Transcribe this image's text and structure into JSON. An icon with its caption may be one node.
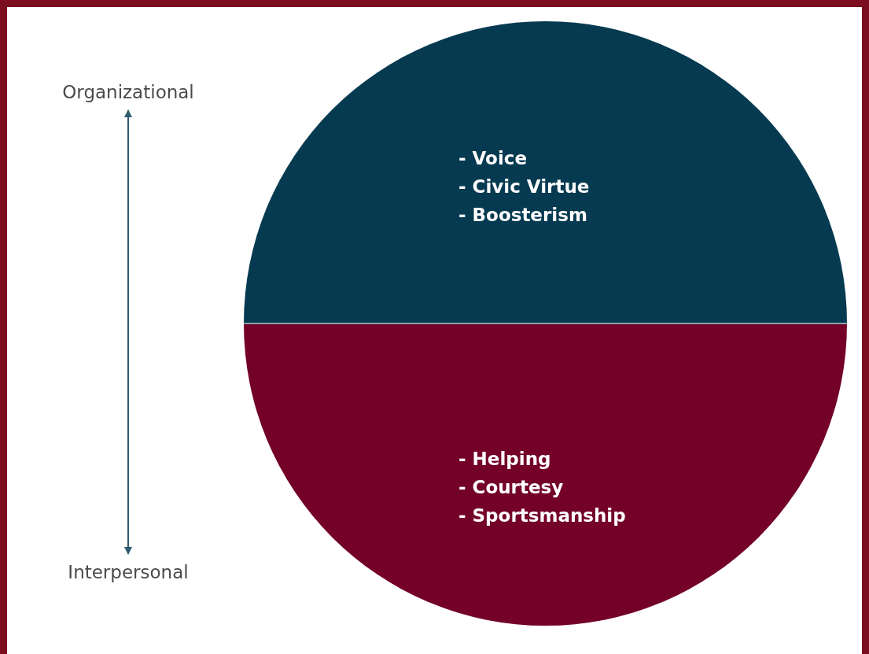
{
  "diagram": {
    "nodes": [
      {
        "text": [
          "Organizational"
        ]
      },
      {
        "text": [
          "Interpersonal"
        ]
      },
      {
        "text": [
          "- Voice",
          "- Civic Virtue",
          "- Boosterism"
        ]
      },
      {
        "text": [
          "- Helping",
          "- Courtesy",
          "- Sportsmanship"
        ]
      }
    ],
    "edges": [
      {
        "from": 0,
        "to": 1,
        "arrow": "both",
        "color": "#2f5b6e"
      }
    ]
  }
}
